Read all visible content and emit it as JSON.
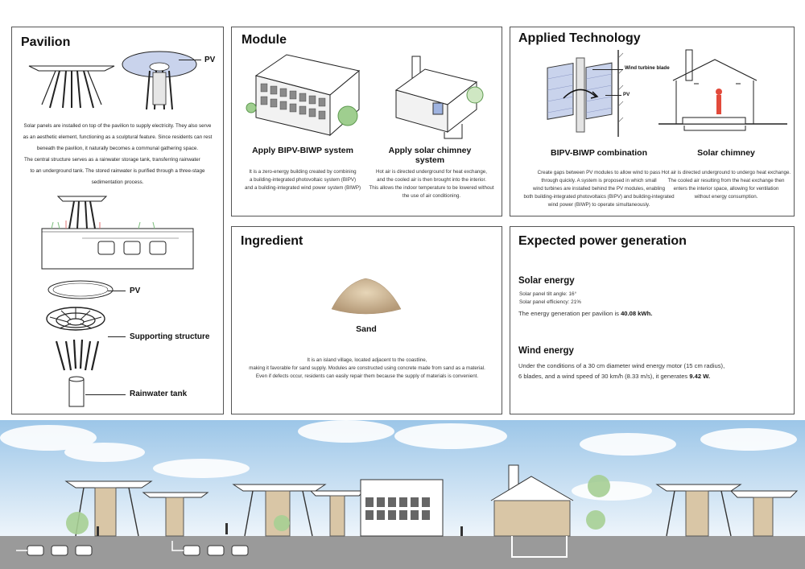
{
  "pavilion": {
    "title": "Pavilion",
    "pv_label": "PV",
    "desc": [
      "Solar panels are installed on top of the pavilion to supply electricity.  They also serve",
      "as an aesthetic element, functioning as a sculptural feature. Since residents can rest",
      "beneath the pavilion, it naturally becomes a communal gathering space.",
      "The central structure serves as a rainwater storage tank, transferring rainwater",
      "to an underground tank.  The stored rainwater is purified through a three-stage",
      "sedimentation process."
    ],
    "exploded": {
      "pv": "PV",
      "support": "Supporting structure",
      "tank": "Rainwater tank"
    }
  },
  "module": {
    "title": "Module",
    "left_sub": "Apply BIPV-BIWP system",
    "left_desc": [
      "It is a zero-energy building created by combining",
      "a building-integrated photovoltaic system (BIPV)",
      "and a building-integrated wind power system (BIWP)"
    ],
    "right_sub": "Apply solar chimney system",
    "right_desc": [
      "Hot air is directed underground for heat exchange,",
      "and the cooled air is then brought into the interior.",
      "This allows the indoor temperature to be lowered without",
      "the use of air conditioning."
    ]
  },
  "applied": {
    "title": "Applied Technology",
    "wind_label": "Wind turbine blade",
    "pv_label": "PV",
    "left_sub": "BIPV-BIWP combination",
    "left_desc": [
      "Create gaps between PV modules to allow wind to pass",
      "through quickly. A system is proposed in which small",
      "wind turbines are installed behind the PV modules, enabling",
      "both building-integrated photovoltaics (BIPV) and building-integrated",
      "wind power (BIWP) to operate simultaneously."
    ],
    "right_sub": "Solar chimney",
    "right_desc": [
      "Hot air is directed underground to undergo heat exchange.",
      "The cooled air resulting from the heat exchange then",
      "enters the interior space, allowing for ventilation",
      "without energy consumption."
    ]
  },
  "ingredient": {
    "title": "Ingredient",
    "sand_label": "Sand",
    "desc": [
      "It is an island village, located adjacent to the coastline,",
      "making it favorable for sand supply. Modules are constructed using concrete made from sand as a material.",
      "Even if defects occur, residents can easily repair them because the supply of materials is convenient."
    ]
  },
  "power": {
    "title": "Expected power generation",
    "solar_title": "Solar energy",
    "tilt": "Solar panel tilt angle: 16°",
    "efficiency": "Solar panel efficiency: 21%",
    "solar_text": "The energy generation per pavilion is ",
    "solar_value": "40.08 kWh.",
    "wind_title": "Wind energy",
    "wind_text1": "Under the conditions of a 30 cm diameter wind energy motor (15 cm radius),",
    "wind_text2": "6 blades, and a wind speed of 30 km/h (8.33 m/s), it generates ",
    "wind_value": "9.42 W."
  },
  "colors": {
    "sky": "#b9d7ef",
    "ground": "#9a9a9a",
    "sand": "#d9c6a6",
    "pv": "#c9d3ec"
  }
}
